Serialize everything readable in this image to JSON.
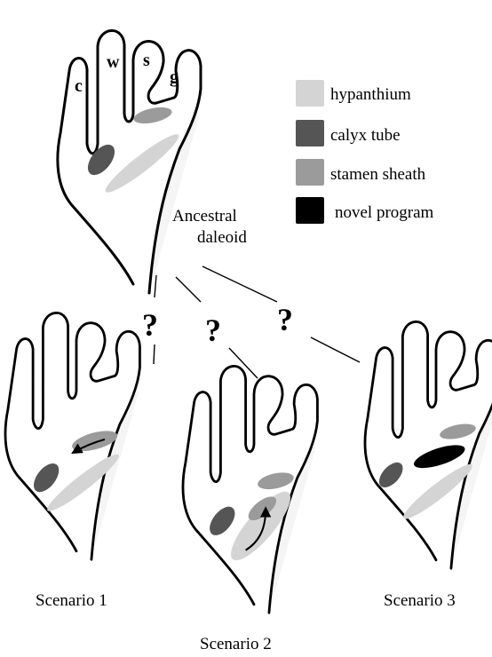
{
  "organ_labels": {
    "c": "c",
    "w": "w",
    "s": "s",
    "g": "g"
  },
  "ancestor_label": {
    "line1": "Ancestral",
    "line2": "daleoid"
  },
  "legend": [
    {
      "label": "hypanthium",
      "color": "#d4d4d4"
    },
    {
      "label": "calyx tube",
      "color": "#555555"
    },
    {
      "label": "stamen sheath",
      "color": "#9b9b9b"
    },
    {
      "label": "novel program",
      "color": "#000000"
    }
  ],
  "question_mark": "?",
  "scenarios": [
    {
      "label": "Scenario 1"
    },
    {
      "label": "Scenario 2"
    },
    {
      "label": "Scenario 3"
    }
  ],
  "colors": {
    "hypanthium": "#d4d4d4",
    "calyx_tube": "#555555",
    "stamen_sheath": "#9b9b9b",
    "novel_program": "#000000",
    "flower_shading": "#f5f5f5"
  }
}
